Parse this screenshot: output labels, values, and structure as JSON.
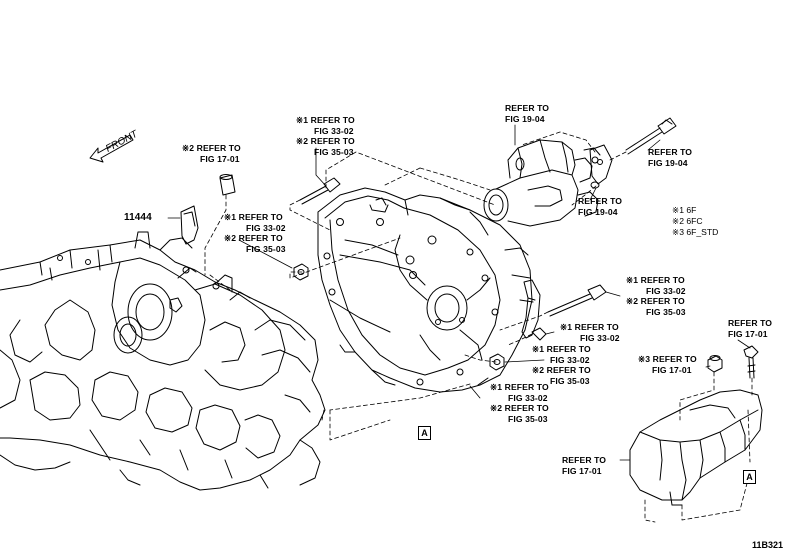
{
  "labels": {
    "starter_ref": [
      "REFER TO",
      "FIG 19-04"
    ],
    "bolt_top_ref": [
      "REFER TO",
      "FIG 19-04"
    ],
    "starter_bracket_ref": [
      "REFER TO",
      "FIG 19-04"
    ],
    "bolt_left_ref": [
      "※1 REFER TO",
      "FIG 33-02",
      "※2 REFER TO",
      "FIG 35-03"
    ],
    "sleeve_ref": [
      "※2 REFER TO",
      "FIG 17-01"
    ],
    "part_number": "11444",
    "nut_left_ref": [
      "※1 REFER TO",
      "FIG 33-02",
      "※2 REFER TO",
      "FIG 35-03"
    ],
    "bolt_right_ref": [
      "※1 REFER TO",
      "FIG 33-02",
      "※2 REFER TO",
      "FIG 35-03"
    ],
    "clip_ref": [
      "※1 REFER TO",
      "FIG 33-02"
    ],
    "nut_mid_ref": [
      "※1 REFER TO",
      "FIG 33-02",
      "※2 REFER TO",
      "FIG 35-03"
    ],
    "nut_low_ref": [
      "※1 REFER TO",
      "FIG 33-02",
      "※2 REFER TO",
      "FIG 35-03"
    ],
    "cover_bolt_ref": [
      "REFER TO",
      "FIG 17-01"
    ],
    "cover_nut_ref": [
      "※3 REFER TO",
      "FIG 17-01"
    ],
    "cover_ref": [
      "REFER TO",
      "FIG 17-01"
    ]
  },
  "legend": [
    "※1 6F",
    "※2 6FC",
    "※3 6F_STD"
  ],
  "front_label": "FRONT",
  "marker_a": "A",
  "diagram_code": "11B321"
}
